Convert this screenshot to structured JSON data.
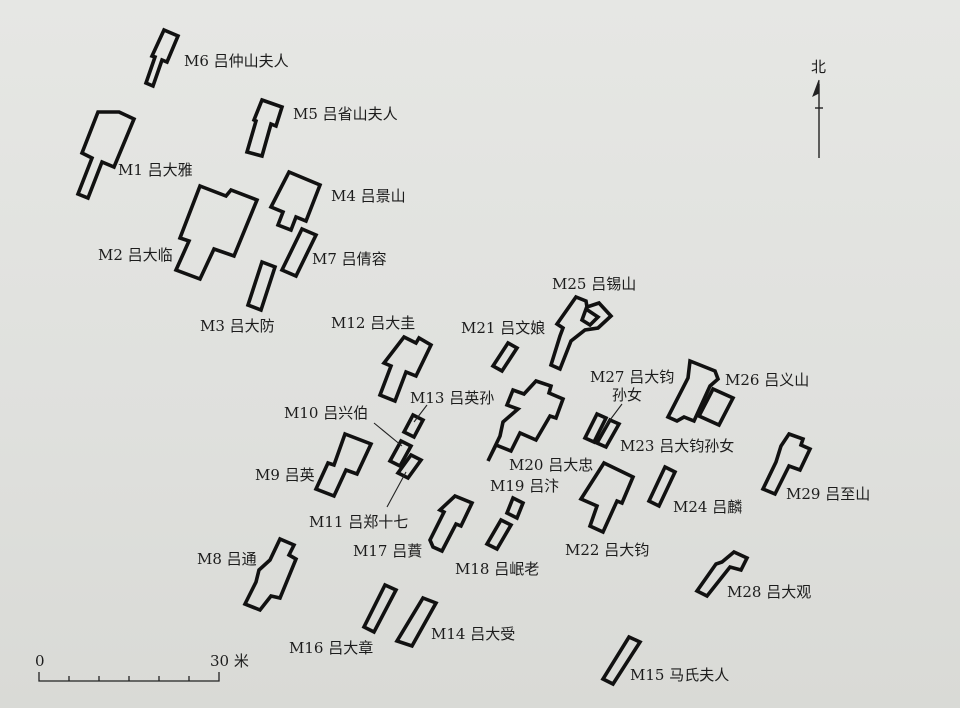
{
  "compass": {
    "label": "北"
  },
  "scale": {
    "start": "0",
    "end": "30 米"
  },
  "tombs": [
    {
      "id": "M1",
      "label": "M1 吕大雅"
    },
    {
      "id": "M2",
      "label": "M2 吕大临"
    },
    {
      "id": "M3",
      "label": "M3 吕大防"
    },
    {
      "id": "M4",
      "label": "M4 吕景山"
    },
    {
      "id": "M5",
      "label": "M5 吕省山夫人"
    },
    {
      "id": "M6",
      "label": "M6 吕仲山夫人"
    },
    {
      "id": "M7",
      "label": "M7 吕倩容"
    },
    {
      "id": "M8",
      "label": "M8 吕通"
    },
    {
      "id": "M9",
      "label": "M9 吕英"
    },
    {
      "id": "M10",
      "label": "M10 吕兴伯"
    },
    {
      "id": "M11",
      "label": "M11 吕郑十七"
    },
    {
      "id": "M12",
      "label": "M12 吕大圭"
    },
    {
      "id": "M13",
      "label": "M13 吕英孙"
    },
    {
      "id": "M14",
      "label": "M14 吕大受"
    },
    {
      "id": "M15",
      "label": "M15 马氏夫人"
    },
    {
      "id": "M16",
      "label": "M16 吕大章"
    },
    {
      "id": "M17",
      "label": "M17 吕蕡"
    },
    {
      "id": "M18",
      "label": "M18 吕岷老"
    },
    {
      "id": "M19",
      "label": "M19 吕汴"
    },
    {
      "id": "M20",
      "label": "M20 吕大忠"
    },
    {
      "id": "M21",
      "label": "M21 吕文娘"
    },
    {
      "id": "M22",
      "label": "M22 吕大钧"
    },
    {
      "id": "M23",
      "label": "M23 吕大钧孙女"
    },
    {
      "id": "M24",
      "label": "M24 吕麟"
    },
    {
      "id": "M25",
      "label": "M25 吕锡山"
    },
    {
      "id": "M26",
      "label": "M26 吕义山"
    },
    {
      "id": "M27",
      "label": "M27 吕大钧",
      "label2": "孙女"
    },
    {
      "id": "M28",
      "label": "M28 吕大观"
    },
    {
      "id": "M29",
      "label": "M29 吕至山"
    }
  ]
}
